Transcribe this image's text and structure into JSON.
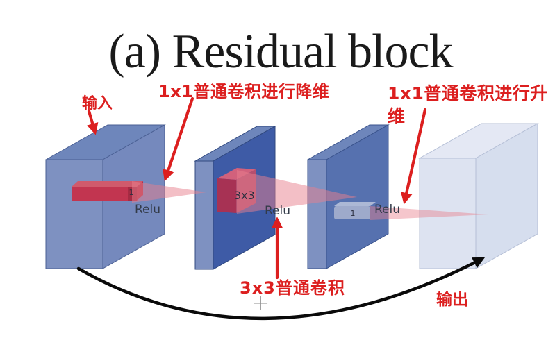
{
  "title": "(a) Residual block",
  "annotations": {
    "input_label": "输入",
    "reduce_dim_label": "1x1普通卷积进行降维",
    "increase_dim_line1": "1x1普通卷积进行升",
    "increase_dim_line2": "维",
    "conv3x3_label": "3x3普通卷积",
    "output_label": "输出",
    "plus_sign": "+"
  },
  "diagram": {
    "relu1": "Relu",
    "relu2": "Relu",
    "relu3": "Relu",
    "kernel1_label": "1",
    "kernel2_label": "3x3",
    "kernel3_label": "1"
  },
  "colors": {
    "annotation_red": "#dc1f1f",
    "block_front_blue": "#7e91c1",
    "block_top_blue": "#6e86bb",
    "block1_side_blue": "#7589bd",
    "block2_face_blue": "#3e5ba6",
    "block3_face_blue": "#5671af",
    "block4_pale": "#dde3f1",
    "kernel_red": "#c23550",
    "beam_pink": "#e8808d",
    "relu_text": "#333b49",
    "skip_arc_black": "#0a0a0a"
  }
}
